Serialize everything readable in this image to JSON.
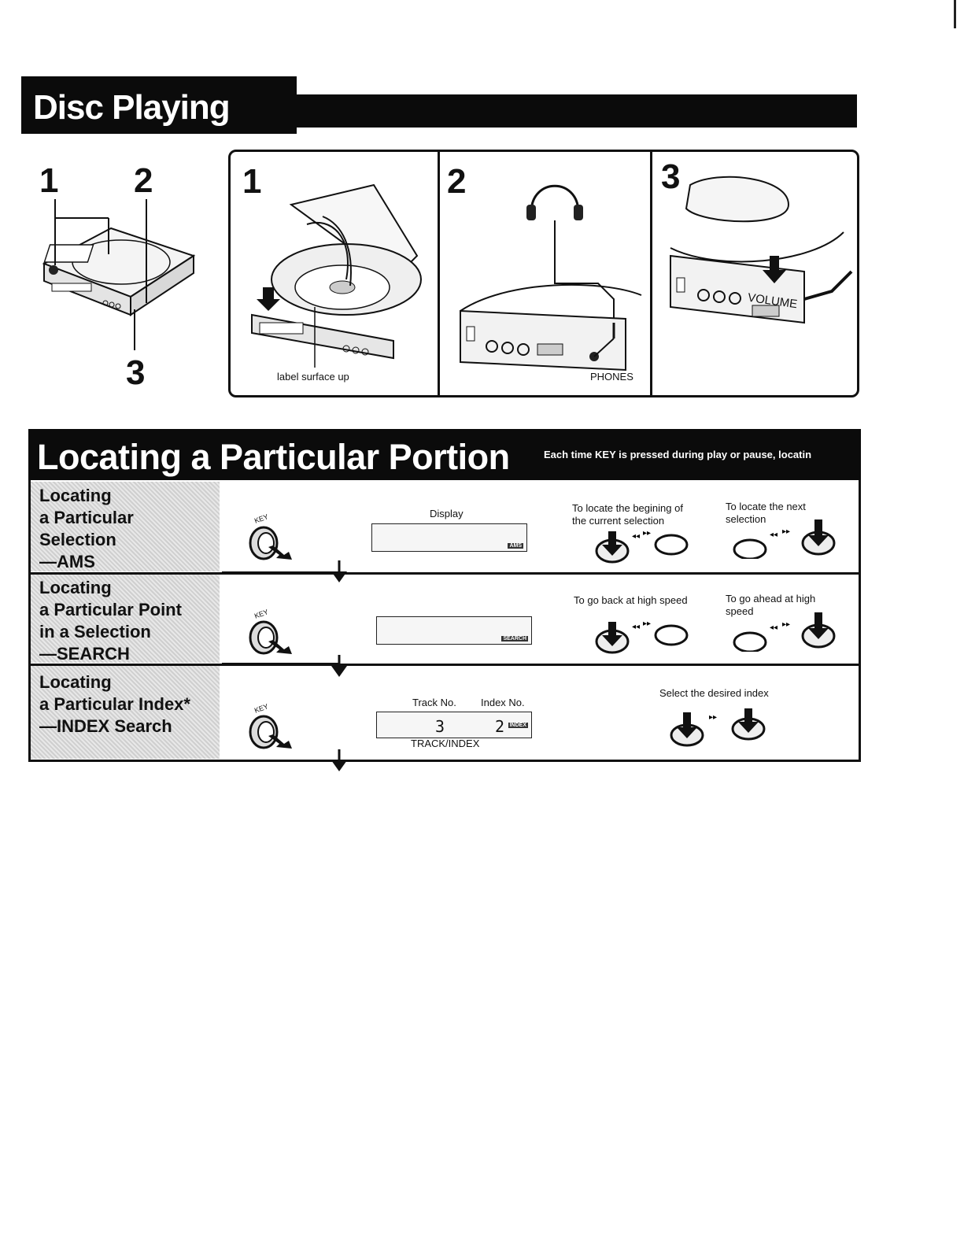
{
  "disc_playing": {
    "title": "Disc Playing",
    "overview_numbers": [
      "1",
      "2",
      "3"
    ],
    "steps": [
      {
        "number": "1",
        "caption": "label surface up"
      },
      {
        "number": "2",
        "caption": "PHONES"
      },
      {
        "number": "3",
        "caption": "VOLUME"
      }
    ]
  },
  "locating": {
    "title": "Locating a Particular Portion",
    "subtitle": "Each time KEY is pressed during play or pause, locatin",
    "key_label": "KEY",
    "rows": [
      {
        "label_lines": [
          "Locating",
          "a Particular",
          "Selection",
          "—AMS"
        ],
        "display_caption": "Display",
        "display_tag": "AMS",
        "left_caption": "To locate the begining of\nthe current selection",
        "right_caption": "To locate the next\nselection"
      },
      {
        "label_lines": [
          "Locating",
          "a Particular Point",
          "in a Selection",
          "—SEARCH"
        ],
        "display_tag": "SEARCH",
        "left_caption": "To go back at high speed",
        "right_caption": "To go ahead at high\nspeed"
      },
      {
        "label_lines": [
          "Locating",
          "a Particular Index*",
          "—INDEX Search"
        ],
        "track_caption": "Track No.",
        "index_caption": "Index No.",
        "track_value": "3",
        "index_value": "2",
        "display_tag": "INDEX",
        "display_bottom": "TRACK/INDEX",
        "center_caption": "Select the desired index"
      }
    ]
  }
}
